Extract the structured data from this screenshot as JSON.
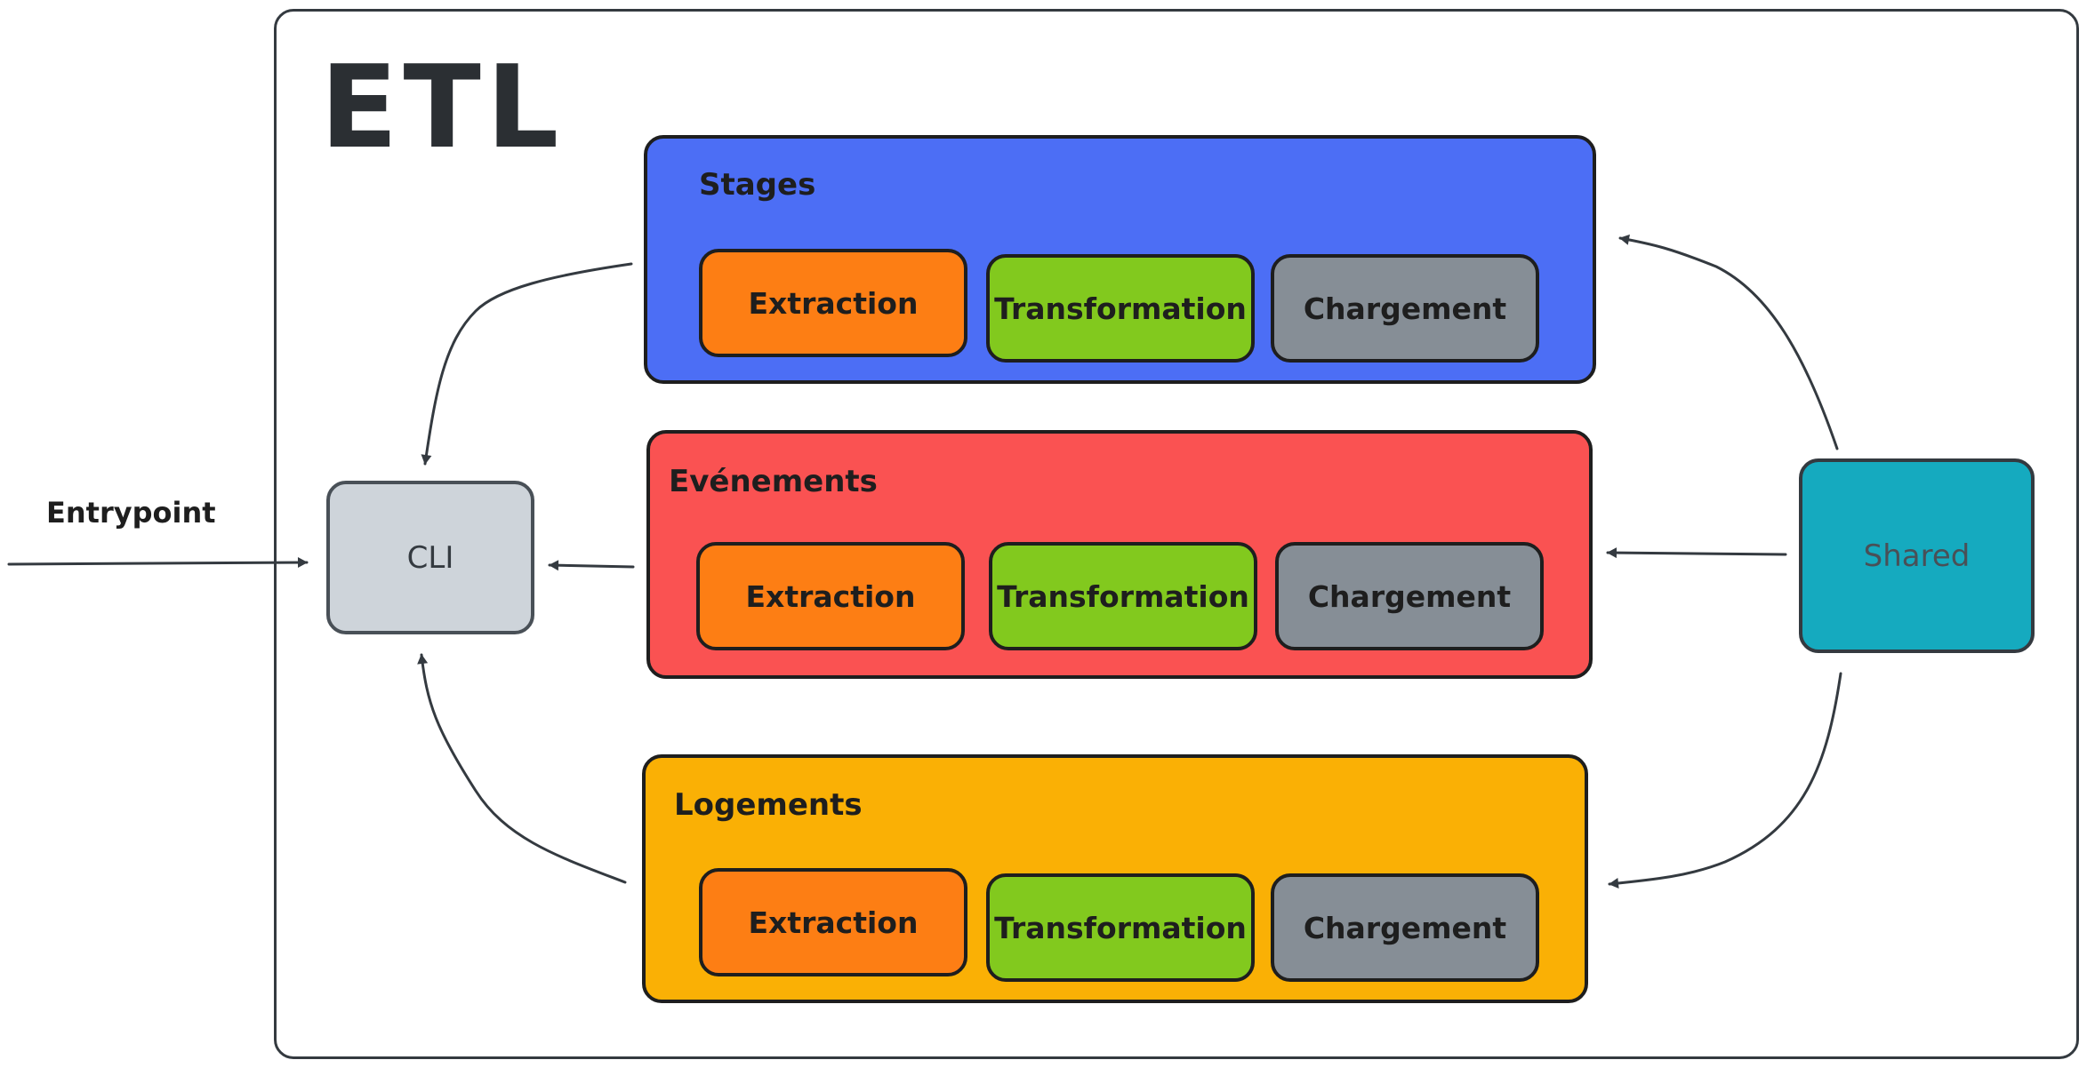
{
  "title": "ETL",
  "entry": {
    "label": "Entrypoint"
  },
  "cli": {
    "label": "CLI"
  },
  "shared": {
    "label": "Shared"
  },
  "groups": [
    {
      "label": "Stages",
      "steps": [
        "Extraction",
        "Transformation",
        "Chargement"
      ]
    },
    {
      "label": "Evénements",
      "steps": [
        "Extraction",
        "Transformation",
        "Chargement"
      ]
    },
    {
      "label": "Logements",
      "steps": [
        "Extraction",
        "Transformation",
        "Chargement"
      ]
    }
  ],
  "colors": {
    "stages": "#4c6ef5",
    "evenements": "#fa5252",
    "logements": "#fab005",
    "extraction": "#fd7e14",
    "transformation": "#82c91e",
    "chargement": "#868e96",
    "cli": "#ced4da",
    "shared": "#15aabf",
    "stroke": "#343a40"
  }
}
